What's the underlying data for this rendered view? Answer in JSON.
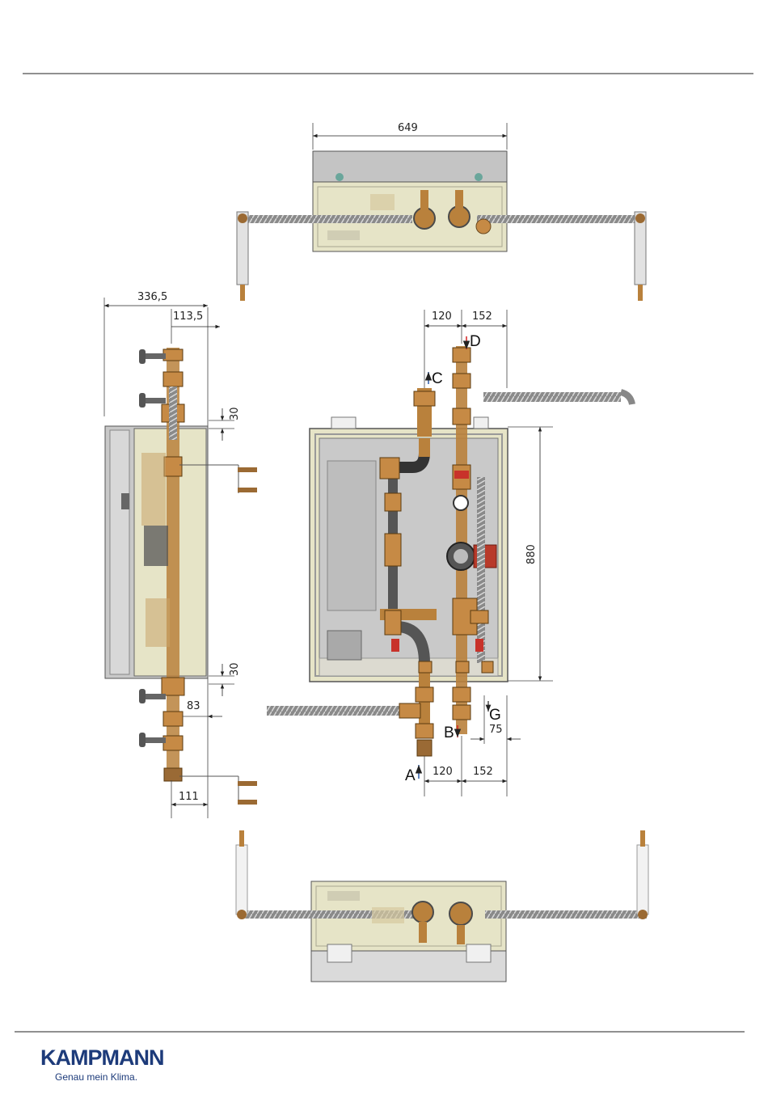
{
  "dimensions": {
    "top_width": "649",
    "side_depth": "336,5",
    "side_offset": "113,5",
    "side_gap_top": "30",
    "side_gap_bottom": "30",
    "side_bottom_offset": "83",
    "side_bracket_width": "111",
    "front_top_left": "120",
    "front_top_right": "152",
    "front_height": "880",
    "front_bottom_left": "120",
    "front_bottom_right": "152",
    "front_g_offset": "75"
  },
  "connections": {
    "a": "A",
    "b": "B",
    "c": "C",
    "d": "D",
    "g": "G"
  },
  "logo": {
    "brand": "KAMPMANN",
    "slogan": "Genau mein Klima."
  },
  "colors": {
    "cabinet": "#e6e4c7",
    "brass": "#b9813c",
    "pipe": "#4a4a4a",
    "flow_red": "#d42020",
    "return_blue": "#2c5aa8"
  }
}
